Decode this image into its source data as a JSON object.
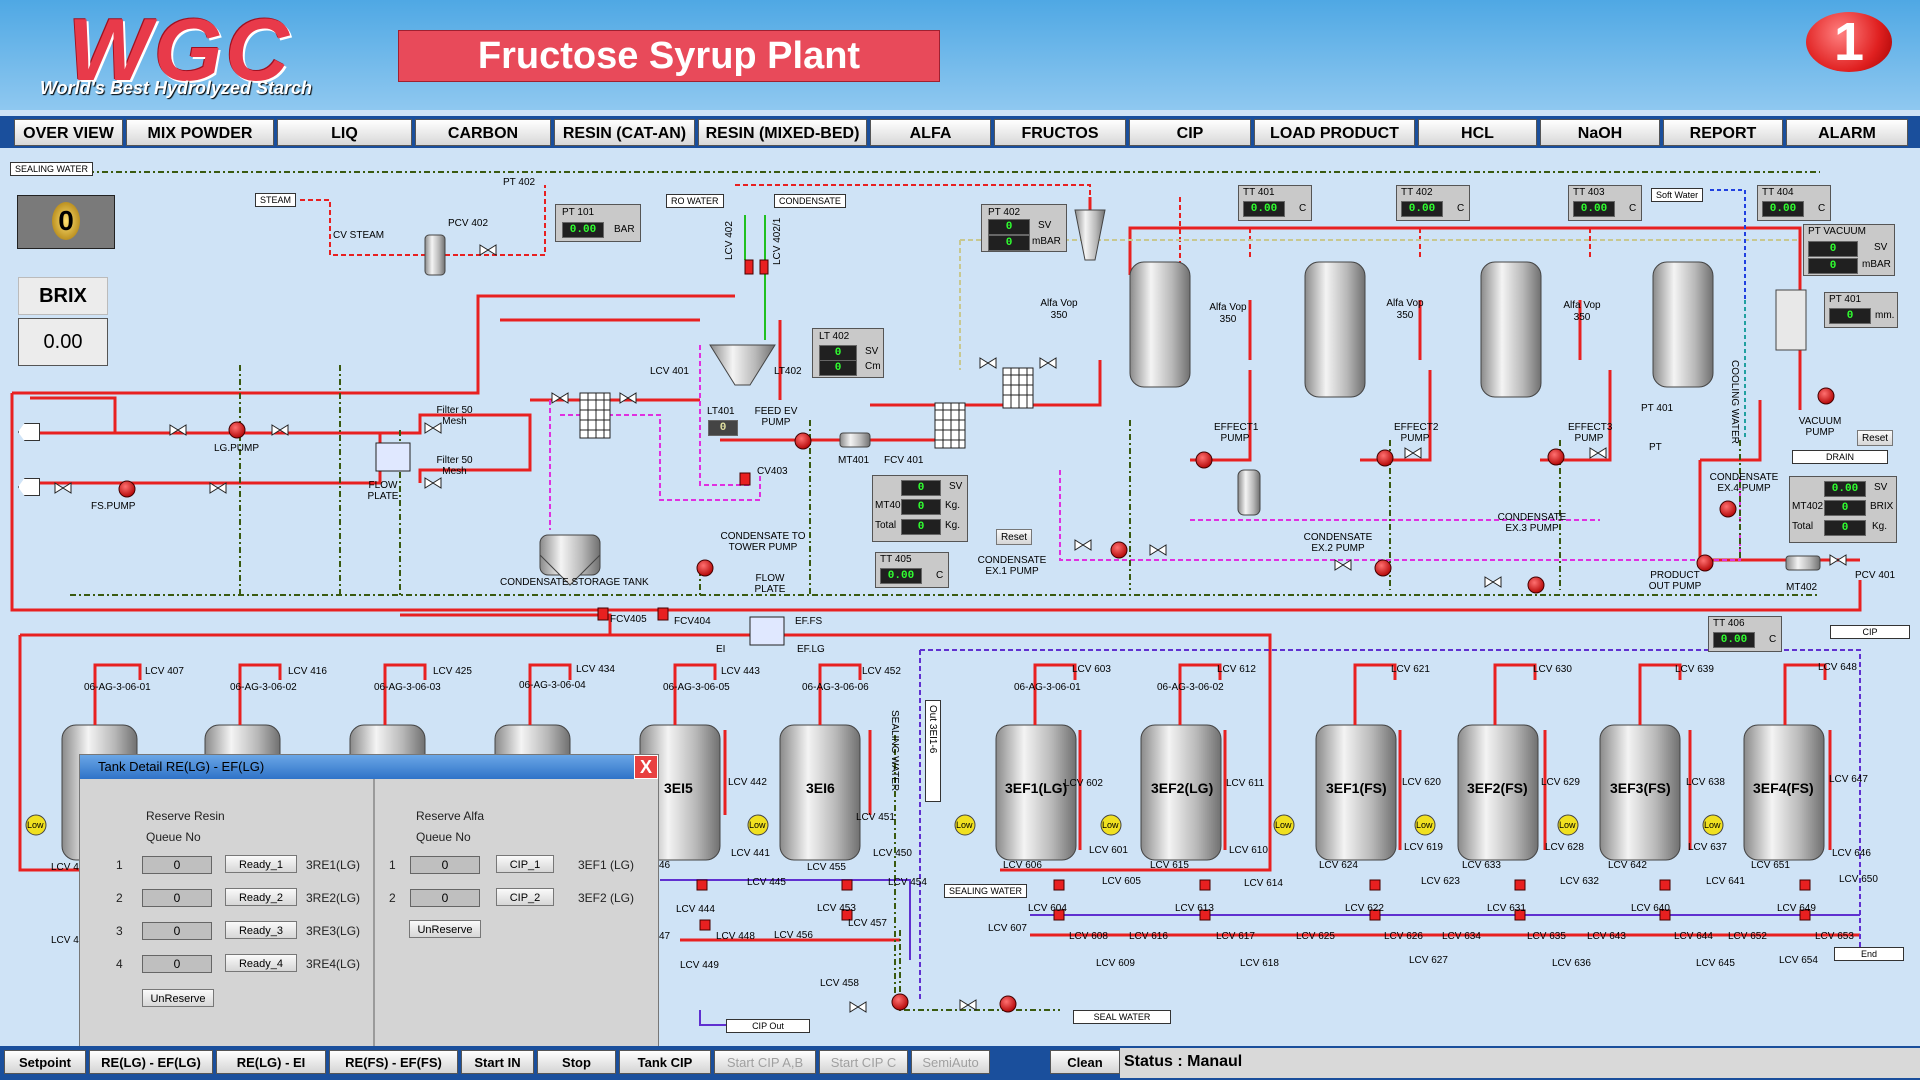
{
  "header": {
    "logo": "WGC",
    "tagline": "World's Best Hydrolyzed Starch",
    "title": "Fructose Syrup Plant",
    "unit_badge": "1"
  },
  "nav": [
    "OVER VIEW",
    "MIX POWDER",
    "LIQ",
    "CARBON",
    "RESIN (CAT-AN)",
    "RESIN (MIXED-BED)",
    "ALFA",
    "FRUCTOS",
    "CIP",
    "LOAD PRODUCT",
    "HCL",
    "NaOH",
    "REPORT",
    "ALARM"
  ],
  "left_panel": {
    "sealing_water": "SEALING WATER",
    "alarm_count": "0",
    "brix_label": "BRIX",
    "brix_value": "0.00"
  },
  "labels": {
    "steam": "STEAM",
    "cv_steam": "CV STEAM",
    "pcv402": "PCV 402",
    "pt402a": "PT 402",
    "pt101": "PT 101",
    "bar": "BAR",
    "ro_water": "RO WATER",
    "condensate": "CONDENSATE",
    "lcv402": "LCV 402",
    "lcv402_1": "LCV 402/1",
    "lg_pump": "LG.PUMP",
    "fs_pump": "FS.PUMP",
    "filter1": "Filter 50 Mesh",
    "filter2": "Filter 50 Mesh",
    "flow_plate1": "FLOW PLATE",
    "lcv401": "LCV 401",
    "lt401": "LT401",
    "lt402": "LT402",
    "lt402_box": "LT 402",
    "feed_ev_pump": "FEED EV PUMP",
    "mt401": "MT401",
    "fcv401": "FCV 401",
    "cv403": "CV403",
    "condensate_tower": "CONDENSATE TO TOWER PUMP",
    "flow_plate2": "FLOW PLATE",
    "cond_storage": "CONDENSATE STORAGE TANK",
    "pt402b": "PT 402",
    "sv": "SV",
    "mbar": "mBAR",
    "cm": "Cm",
    "kg": "Kg.",
    "total": "Total",
    "reset": "Reset",
    "tt405": "TT 405",
    "c": "C",
    "cond_ex1": "CONDENSATE EX.1 PUMP",
    "cond_ex2": "CONDENSATE EX.2 PUMP",
    "cond_ex3": "CONDENSATE EX.3 PUMP",
    "cond_ex4": "CONDENSATE EX.4 PUMP",
    "tt401": "TT 401",
    "tt402": "TT 402",
    "tt403": "TT 403",
    "tt404": "TT 404",
    "soft_water": "Soft Water",
    "pt_vacuum": "PT VACUUM",
    "pt401": "PT 401",
    "mm": "mm.",
    "alfa_vop": "Alfa Vop 350",
    "effect1": "EFFECT1 PUMP",
    "effect2": "EFFECT2 PUMP",
    "effect3": "EFFECT3 PUMP",
    "cooling_water": "COOLING WATER",
    "vacuum_pump": "VACUUM PUMP",
    "drain": "DRAIN",
    "pt": "PT",
    "mt402": "MT402",
    "brix": "BRIX",
    "product_out": "PRODUCT OUT PUMP",
    "pcv401": "PCV 401",
    "tt406": "TT 406",
    "cip": "CIP",
    "fcv405": "FCV405",
    "fcv404": "FCV404",
    "ef_fs": "EF.FS",
    "ef_lg": "EF.LG",
    "ei": "EI",
    "sealing_water_v": "SEALING WATER",
    "out_3ei1_6": "Out 3EI1-6",
    "sealing_water_b": "SEALING WATER",
    "seal_water": "SEAL WATER",
    "cip_out": "CIP Out",
    "end": "End",
    "low": "Low"
  },
  "tanks": [
    {
      "code": "06-AG-3-06-01",
      "lcv": "LCV 407",
      "name": ""
    },
    {
      "code": "06-AG-3-06-02",
      "lcv": "LCV 416",
      "name": ""
    },
    {
      "code": "06-AG-3-06-03",
      "lcv": "LCV 425",
      "name": ""
    },
    {
      "code": "06-AG-3-06-04",
      "lcv": "LCV 434",
      "name": ""
    },
    {
      "code": "06-AG-3-06-05",
      "lcv": "LCV 443",
      "name": "3EI5"
    },
    {
      "code": "06-AG-3-06-06",
      "lcv": "LCV 452",
      "name": "3EI6"
    },
    {
      "code": "06-AG-3-06-01",
      "lcv": "LCV 603",
      "name": "3EF1(LG)"
    },
    {
      "code": "06-AG-3-06-02",
      "lcv": "LCV 612",
      "name": "3EF2(LG)"
    },
    {
      "code": "",
      "lcv": "LCV 621",
      "name": "3EF1(FS)"
    },
    {
      "code": "",
      "lcv": "LCV 630",
      "name": "3EF2(FS)"
    },
    {
      "code": "",
      "lcv": "LCV 639",
      "name": "3EF3(FS)"
    },
    {
      "code": "",
      "lcv": "LCV 648",
      "name": "3EF4(FS)"
    }
  ],
  "lcv_labels": [
    "LCV 442",
    "LCV 441",
    "LCV 445",
    "LCV 444",
    "LCV 448",
    "LCV 449",
    "LCV 451",
    "LCV 450",
    "LCV 455",
    "LCV 454",
    "LCV 453",
    "LCV 456",
    "LCV 457",
    "LCV 458",
    "LCV 602",
    "LCV 601",
    "LCV 606",
    "LCV 605",
    "LCV 604",
    "LCV 607",
    "LCV 608",
    "LCV 609",
    "LCV 611",
    "LCV 610",
    "LCV 615",
    "LCV 614",
    "LCV 613",
    "LCV 616",
    "LCV 617",
    "LCV 618",
    "LCV 620",
    "LCV 619",
    "LCV 624",
    "LCV 623",
    "LCV 622",
    "LCV 625",
    "LCV 626",
    "LCV 627",
    "LCV 629",
    "LCV 628",
    "LCV 633",
    "LCV 632",
    "LCV 631",
    "LCV 634",
    "LCV 635",
    "LCV 636",
    "LCV 638",
    "LCV 637",
    "LCV 642",
    "LCV 641",
    "LCV 640",
    "LCV 643",
    "LCV 644",
    "LCV 645",
    "LCV 647",
    "LCV 646",
    "LCV 651",
    "LCV 650",
    "LCV 649",
    "LCV 652",
    "LCV 653",
    "LCV 654",
    "LCV 4",
    "LCV 4",
    "47",
    "46"
  ],
  "displays": {
    "pt101": "0.00",
    "pt402_sv": "0",
    "pt402_mbar": "0",
    "lt402_sv": "0",
    "lt402_cm": "0",
    "lt401": "0",
    "mt401_sv": "0",
    "mt401_kg": "0",
    "mt401_total": "0",
    "tt405": "0.00",
    "tt401": "0.00",
    "tt402": "0.00",
    "tt403": "0.00",
    "tt404": "0.00",
    "ptvac_sv": "0",
    "ptvac_mbar": "0",
    "pt401": "0",
    "mt402_sv": "0.00",
    "mt402_brix": "0",
    "mt402_total": "0",
    "tt406": "0.00"
  },
  "dialog": {
    "title": "Tank Detail RE(LG) - EF(LG)",
    "close": "X",
    "reserve_resin": "Reserve Resin",
    "reserve_alfa": "Reserve Alfa",
    "queue_no": "Queue No",
    "resin_rows": [
      {
        "n": "1",
        "value": "0",
        "button": "Ready_1",
        "tank": "3RE1(LG)"
      },
      {
        "n": "2",
        "value": "0",
        "button": "Ready_2",
        "tank": "3RE2(LG)"
      },
      {
        "n": "3",
        "value": "0",
        "button": "Ready_3",
        "tank": "3RE3(LG)"
      },
      {
        "n": "4",
        "value": "0",
        "button": "Ready_4",
        "tank": "3RE4(LG)"
      }
    ],
    "alfa_rows": [
      {
        "n": "1",
        "value": "0",
        "button": "CIP_1",
        "tank": "3EF1 (LG)"
      },
      {
        "n": "2",
        "value": "0",
        "button": "CIP_2",
        "tank": "3EF2 (LG)"
      }
    ],
    "unreserve": "UnReserve"
  },
  "bottom": {
    "buttons": [
      "Setpoint",
      "RE(LG) - EF(LG)",
      "RE(LG) - EI",
      "RE(FS) - EF(FS)",
      "Start IN",
      "Stop",
      "Tank CIP",
      "Start CIP A,B",
      "Start CIP C",
      "SemiAuto",
      "Clean"
    ],
    "disabled": [
      false,
      false,
      false,
      false,
      false,
      false,
      false,
      true,
      true,
      true,
      false
    ],
    "status": "Status : Manaul"
  },
  "colors": {
    "process_line": "#e82020",
    "steam_line": "#e82020",
    "condensate_line": "#e030e0",
    "cooling_line": "#3a5a10",
    "vacuum_line": "#d8d8a0",
    "cip_line": "#6030d0",
    "water_line": "#20c020",
    "accent": "#1a4f9c"
  }
}
